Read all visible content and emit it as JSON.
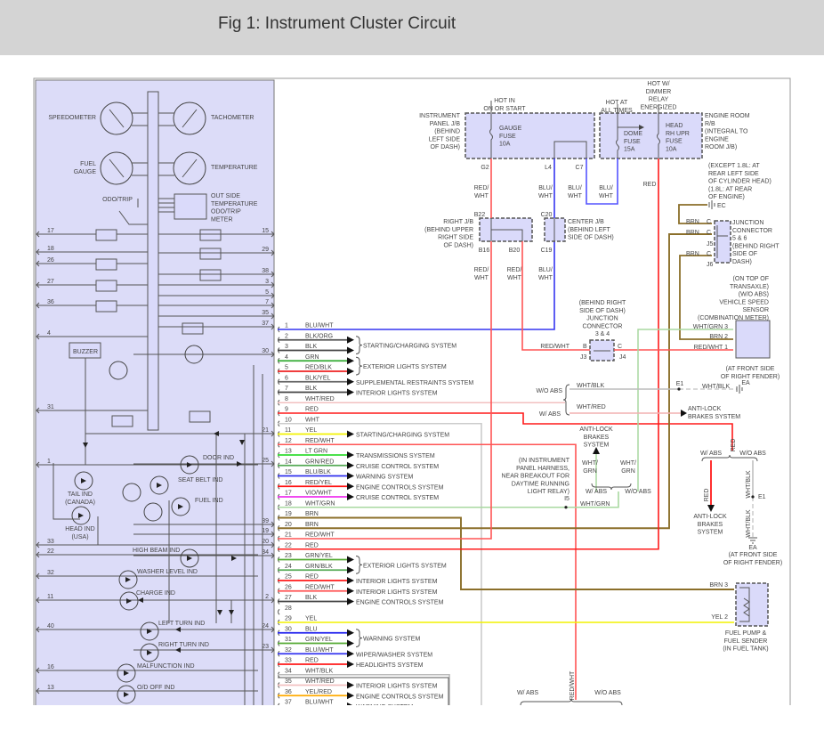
{
  "header": {
    "title": "Fig 1: Instrument Cluster Circuit"
  },
  "colors": {
    "panel_fill": "#dcdcf8",
    "BLU/WHT": "#3535f0",
    "BLK/ORG": "#555555",
    "BLK": "#444444",
    "GRN": "#33aa33",
    "RED/BLK": "#ee2222",
    "BLK/YEL": "#666666",
    "WHT/RED": "#f2c0c0",
    "RED": "#ff1a1a",
    "WHT": "#cccccc",
    "YEL": "#f2f200",
    "RED/WHT": "#ff5555",
    "LT GRN": "#33dd33",
    "GRN/RED": "#55aa55",
    "BLU/BLK": "#3030ee",
    "RED/YEL": "#ff1010",
    "VIO/WHT": "#ee33ee",
    "WHT/GRN": "#a8d8a0",
    "BRN": "#8b6f2a",
    "GRN/YEL": "#55aa33",
    "GRN/BLK": "#55aa55",
    "BLU": "#2222ee",
    "WHT/BLK": "#bbbbbb",
    "YEL/RED": "#ffaa00"
  },
  "rows": [
    {
      "pin": "1",
      "color": "BLU/WHT"
    },
    {
      "pin": "2",
      "color": "BLK/ORG"
    },
    {
      "pin": "3",
      "color": "BLK"
    },
    {
      "pin": "4",
      "color": "GRN"
    },
    {
      "pin": "5",
      "color": "RED/BLK"
    },
    {
      "pin": "6",
      "color": "BLK/YEL"
    },
    {
      "pin": "7",
      "color": "BLK"
    },
    {
      "pin": "8",
      "color": "WHT/RED"
    },
    {
      "pin": "9",
      "color": "RED"
    },
    {
      "pin": "10",
      "color": "WHT"
    },
    {
      "pin": "11",
      "color": "YEL"
    },
    {
      "pin": "12",
      "color": "RED/WHT"
    },
    {
      "pin": "13",
      "color": "LT GRN"
    },
    {
      "pin": "14",
      "color": "GRN/RED"
    },
    {
      "pin": "15",
      "color": "BLU/BLK"
    },
    {
      "pin": "16",
      "color": "RED/YEL"
    },
    {
      "pin": "17",
      "color": "VIO/WHT"
    },
    {
      "pin": "18",
      "color": "WHT/GRN"
    },
    {
      "pin": "19",
      "color": "BRN"
    },
    {
      "pin": "20",
      "color": "BRN"
    },
    {
      "pin": "21",
      "color": "RED/WHT"
    },
    {
      "pin": "22",
      "color": "RED"
    },
    {
      "pin": "23",
      "color": "GRN/YEL"
    },
    {
      "pin": "24",
      "color": "GRN/BLK"
    },
    {
      "pin": "25",
      "color": "RED"
    },
    {
      "pin": "26",
      "color": "RED/WHT"
    },
    {
      "pin": "27",
      "color": "BLK"
    },
    {
      "pin": "28",
      "color": ""
    },
    {
      "pin": "29",
      "color": "YEL"
    },
    {
      "pin": "30",
      "color": "BLU"
    },
    {
      "pin": "31",
      "color": "GRN/YEL"
    },
    {
      "pin": "32",
      "color": "BLU/WHT"
    },
    {
      "pin": "33",
      "color": "RED"
    },
    {
      "pin": "34",
      "color": "WHT/BLK"
    },
    {
      "pin": "35",
      "color": "WHT/RED"
    },
    {
      "pin": "36",
      "color": "YEL/RED"
    },
    {
      "pin": "37",
      "color": "BLU/WHT"
    }
  ],
  "systems": [
    {
      "label": "STARTING/CHARGING SYSTEM",
      "pins": [
        2,
        3
      ]
    },
    {
      "label": "EXTERIOR LIGHTS SYSTEM",
      "pins": [
        4,
        5
      ]
    },
    {
      "label": "SUPPLEMENTAL RESTRAINTS SYSTEM",
      "pins": [
        6
      ]
    },
    {
      "label": "INTERIOR LIGHTS SYSTEM",
      "pins": [
        7
      ]
    },
    {
      "label": "STARTING/CHARGING SYSTEM",
      "pins": [
        11
      ]
    },
    {
      "label": "TRANSMISSIONS SYSTEM",
      "pins": [
        13
      ]
    },
    {
      "label": "CRUISE CONTROL SYSTEM",
      "pins": [
        14
      ]
    },
    {
      "label": "WARNING SYSTEM",
      "pins": [
        15
      ]
    },
    {
      "label": "ENGINE CONTROLS SYSTEM",
      "pins": [
        16
      ]
    },
    {
      "label": "CRUISE CONTROL SYSTEM",
      "pins": [
        17
      ]
    },
    {
      "label": "EXTERIOR LIGHTS SYSTEM",
      "pins": [
        23,
        24
      ]
    },
    {
      "label": "INTERIOR LIGHTS SYSTEM",
      "pins": [
        25
      ]
    },
    {
      "label": "INTERIOR LIGHTS SYSTEM",
      "pins": [
        26
      ]
    },
    {
      "label": "ENGINE CONTROLS SYSTEM",
      "pins": [
        27
      ]
    },
    {
      "label": "WARNING SYSTEM",
      "pins": [
        30,
        31
      ]
    },
    {
      "label": "WIPER/WASHER SYSTEM",
      "pins": [
        32
      ]
    },
    {
      "label": "HEADLIGHTS SYSTEM",
      "pins": [
        33
      ]
    },
    {
      "label": "INTERIOR LIGHTS SYSTEM",
      "pins": [
        35
      ]
    },
    {
      "label": "ENGINE CONTROLS SYSTEM",
      "pins": [
        36
      ]
    },
    {
      "label": "WARNING SYSTEM",
      "pins": [
        37
      ]
    }
  ],
  "labels": {
    "hot_on_start": [
      "HOT IN",
      "ON OR START"
    ],
    "ip_jb": [
      "INSTRUMENT",
      "PANEL J/B",
      "(BEHIND",
      "LEFT SIDE",
      "OF DASH)"
    ],
    "gauge_fuse": [
      "GAUGE",
      "FUSE",
      "10A"
    ],
    "hot_all_times": [
      "HOT AT",
      "ALL TIMES"
    ],
    "hot_dimmer": [
      "HOT W/",
      "DIMMER",
      "RELAY",
      "ENERGIZED"
    ],
    "dome_fuse": [
      "DOME",
      "FUSE",
      "15A"
    ],
    "head_fuse": [
      "HEAD",
      "RH UPR",
      "FUSE",
      "10A"
    ],
    "engine_rb": [
      "ENGINE ROOM",
      "R/B",
      "(INTEGRAL TO",
      "ENGINE",
      "ROOM J/B)"
    ],
    "g2": [
      "G2"
    ],
    "l4": [
      "L4"
    ],
    "c7": [
      "C7"
    ],
    "w_red_wht_1": [
      "RED/",
      "WHT"
    ],
    "w_blu_wht_1": [
      "BLU/",
      "WHT"
    ],
    "w_blu_wht_2": [
      "BLU/",
      "WHT"
    ],
    "w_blu_wht_3": [
      "BLU/",
      "WHT"
    ],
    "w_red_1": [
      "RED"
    ],
    "ground_ec_loc": [
      "(EXCEPT 1.8L: AT",
      "REAR LEFT SIDE",
      "OF CYLINDER HEAD)",
      "(1.8L: AT REAR",
      "OF ENGINE)"
    ],
    "ec": [
      "EC"
    ],
    "b22": [
      "B22"
    ],
    "c20": [
      "C20"
    ],
    "b16": [
      "B16"
    ],
    "b20": [
      "B20"
    ],
    "c19": [
      "C19"
    ],
    "right_jb": [
      "RIGHT J/B",
      "(BEHIND UPPER",
      "RIGHT SIDE",
      "OF DASH)"
    ],
    "center_jb": [
      "CENTER J/B",
      "(BEHIND LEFT",
      "SIDE OF DASH)"
    ],
    "w_red_wht_2": [
      "RED/",
      "WHT"
    ],
    "w_red_wht_3": [
      "RED/",
      "WHT"
    ],
    "w_blu_wht_4": [
      "BLU/",
      "WHT"
    ],
    "brn_a": [
      "BRN"
    ],
    "brn_b": [
      "BRN"
    ],
    "brn_c": [
      "BRN"
    ],
    "c_a": [
      "C"
    ],
    "c_b": [
      "C"
    ],
    "c_c": [
      "C"
    ],
    "j5": [
      "J5"
    ],
    "j6": [
      "J6"
    ],
    "jc56": [
      "JUNCTION",
      "CONNECTOR",
      "5 & 6",
      "(BEHIND RIGHT",
      "SIDE OF",
      "DASH)"
    ],
    "vss": [
      "(ON TOP OF",
      "TRANSAXLE)",
      "(W/O ABS)",
      "VEHICLE SPEED",
      "SENSOR",
      "(COMBINATION METER)"
    ],
    "vss_p3": [
      "WHT/GRN  3"
    ],
    "vss_p2": [
      "BRN  2"
    ],
    "vss_p1": [
      "RED/WHT  1"
    ],
    "jc34": [
      "(BEHIND RIGHT",
      "SIDE OF DASH)",
      "JUNCTION",
      "CONNECTOR",
      "3 & 4"
    ],
    "jc34_wire": [
      "RED/WHT"
    ],
    "jc34_b": [
      "B"
    ],
    "jc34_c": [
      "C"
    ],
    "j3": [
      "J3"
    ],
    "j4": [
      "J4"
    ],
    "fender_1": [
      "(AT FRONT SIDE",
      "OF RIGHT FENDER)"
    ],
    "ea_1": [
      "EA"
    ],
    "wo_abs_1": [
      "W/O ABS"
    ],
    "w_abs_1": [
      "W/ ABS"
    ],
    "wht_blk_1": [
      "WHT/BLK"
    ],
    "wht_red_1": [
      "WHT/RED"
    ],
    "e1_1": [
      "E1"
    ],
    "wht_blk_2": [
      "WHT/BLK"
    ],
    "abs_1": [
      "ANTI-LOCK",
      "BRAKES SYSTEM"
    ],
    "abs_2": [
      "ANTI-LOCK",
      "BRAKES",
      "SYSTEM"
    ],
    "harness_note": [
      "(IN INSTRUMENT",
      "PANEL HARNESS,",
      "NEAR BREAKOUT FOR",
      "DAYTIME RUNNING",
      "LIGHT RELAY)"
    ],
    "wht_grn_a": [
      "WHT/",
      "GRN"
    ],
    "wht_grn_b": [
      "WHT/",
      "GRN"
    ],
    "w_abs_2": [
      "W/ ABS"
    ],
    "wo_abs_2": [
      "W/O ABS"
    ],
    "i5": [
      "I5"
    ],
    "wht_grn_c": [
      "WHT/GRN"
    ],
    "w_abs_3": [
      "W/ ABS"
    ],
    "wo_abs_3": [
      "W/O ABS"
    ],
    "e1_2": [
      "E1"
    ],
    "abs_3": [
      "ANTI-LOCK",
      "BRAKES",
      "SYSTEM"
    ],
    "ea_2": [
      "EA"
    ],
    "fender_2": [
      "(AT FRONT SIDE",
      "OF RIGHT FENDER)"
    ],
    "fp_brn": [
      "BRN  3"
    ],
    "fp_yel": [
      "YEL  2"
    ],
    "fuel_pump": [
      "FUEL PUMP &",
      "FUEL SENDER",
      "(IN FUEL TANK)"
    ],
    "w_abs_4": [
      "W/ ABS"
    ],
    "wo_abs_4": [
      "W/O ABS"
    ],
    "speedometer": [
      "SPEEDOMETER"
    ],
    "tachometer": [
      "TACHOMETER"
    ],
    "fuel_gauge": [
      "FUEL",
      "GAUGE"
    ],
    "temperature": [
      "TEMPERATURE"
    ],
    "odo_trip": [
      "ODO/TRIP"
    ],
    "outside_temp": [
      "OUT SIDE",
      "TEMPERATURE",
      "ODO/TRIP",
      "METER"
    ],
    "buzzer": [
      "BUZZER"
    ],
    "door_ind": [
      "DOOR IND"
    ],
    "seat_belt_ind": [
      "SEAT BELT IND"
    ],
    "fuel_ind": [
      "FUEL IND"
    ],
    "tail_ind": [
      "TAIL IND",
      "(CANADA)"
    ],
    "head_ind": [
      "HEAD IND",
      "(USA)"
    ],
    "high_beam_ind": [
      "HIGH BEAM IND"
    ],
    "washer_level_ind": [
      "WASHER LEVEL IND"
    ],
    "charge_ind": [
      "CHARGE IND"
    ],
    "left_turn_ind": [
      "LEFT TURN IND"
    ],
    "right_turn_ind": [
      "RIGHT TURN IND"
    ],
    "malfunction_ind": [
      "MALFUNCTION IND"
    ],
    "od_off_ind": [
      "O/D OFF IND"
    ]
  },
  "vertical_labels": {
    "red_a": "RED",
    "red_b": "RED",
    "wht_blk_a": "WHT/BLK",
    "wht_blk_b": "WHT/BLK",
    "red_wht": "RED/WHT"
  },
  "left_pins_left": [
    "17",
    "18",
    "26",
    "27",
    "36",
    "4",
    "31",
    "1",
    "33",
    "22",
    "32",
    "11",
    "40",
    "16",
    "13"
  ],
  "left_pins_right": [
    "15",
    "29",
    "38",
    "3",
    "5",
    "7",
    "35",
    "37",
    "30",
    "21",
    "25",
    "39",
    "19",
    "20",
    "34",
    "2",
    "24",
    "23"
  ]
}
